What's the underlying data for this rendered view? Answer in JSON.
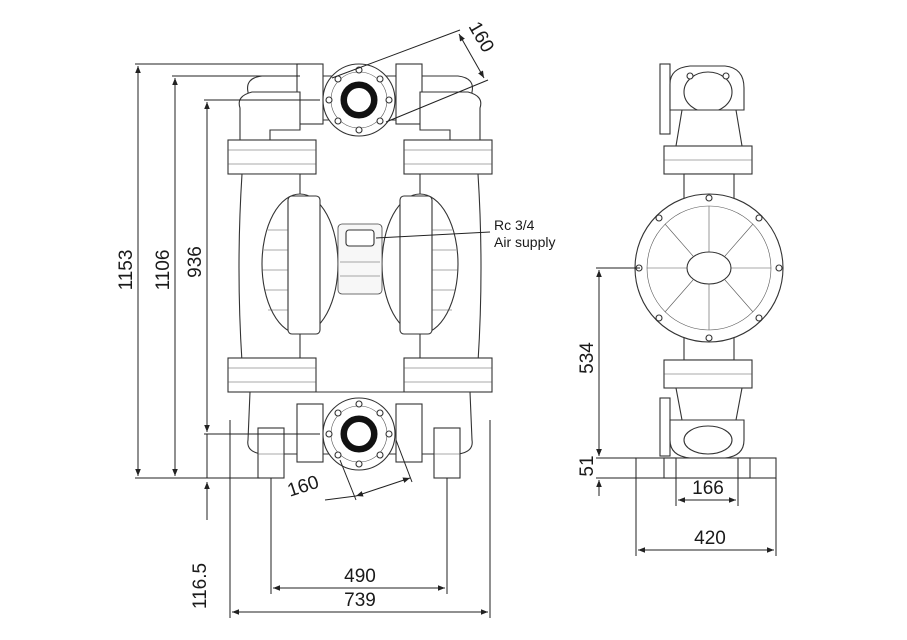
{
  "front_view": {
    "dims": {
      "overall_height": "1153",
      "height_1106": "1106",
      "height_936": "936",
      "base_offset": "116.5",
      "port_centers": "490",
      "overall_width": "739",
      "port_top": "160",
      "port_bottom": "160"
    },
    "air_supply": {
      "line1": "Rc 3/4",
      "line2": "Air supply"
    }
  },
  "side_view": {
    "dims": {
      "height_534": "534",
      "base_height": "51",
      "foot_width": "166",
      "base_width": "420"
    }
  },
  "colors": {
    "line": "#222222",
    "fill": "#ffffff",
    "port_bore": "#111111"
  }
}
